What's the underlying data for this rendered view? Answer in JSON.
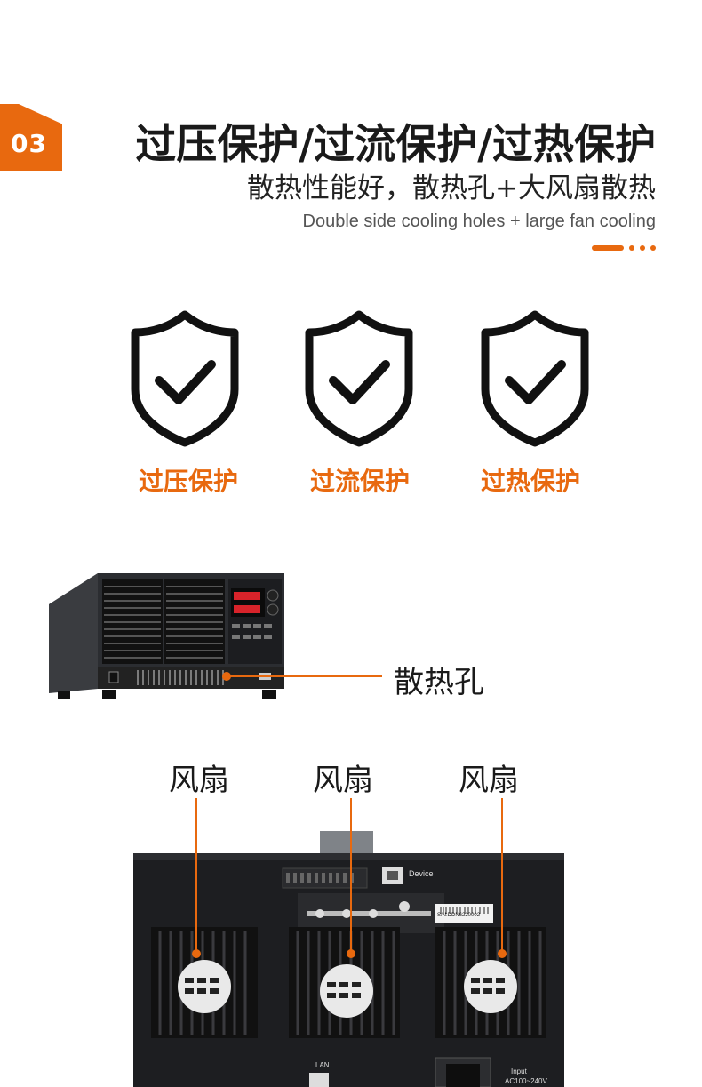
{
  "section": {
    "number": "03",
    "accent": "#e8690f"
  },
  "heading": {
    "main": "过压保护/过流保护/过热保护",
    "sub": "散热性能好，散热孔+大风扇散热",
    "english": "Double side cooling holes + large fan cooling"
  },
  "protections": [
    {
      "label": "过压保护",
      "icon": "shield-check-icon"
    },
    {
      "label": "过流保护",
      "icon": "shield-check-icon"
    },
    {
      "label": "过热保护",
      "icon": "shield-check-icon"
    }
  ],
  "front_callout": {
    "label": "散热孔"
  },
  "fans": [
    {
      "label": "风扇"
    },
    {
      "label": "风扇"
    },
    {
      "label": "风扇"
    }
  ],
  "rear_panel": {
    "device_port": "Device",
    "serial": "S/N:DDN6220002",
    "lan": "LAN",
    "input_line1": "Input",
    "input_line2": "AC100~240V"
  }
}
